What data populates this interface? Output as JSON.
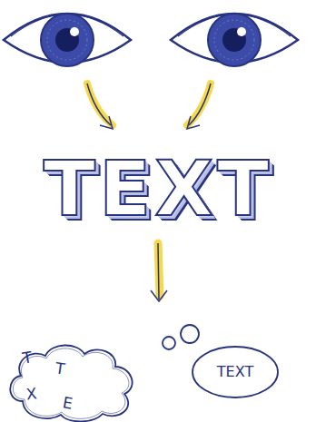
{
  "diagram": {
    "nodes": [
      {
        "text": [
          "T",
          "T",
          "X",
          "E"
        ]
      },
      {
        "text": [
          "TEXT"
        ]
      }
    ],
    "labels": [
      "TEXT"
    ]
  }
}
